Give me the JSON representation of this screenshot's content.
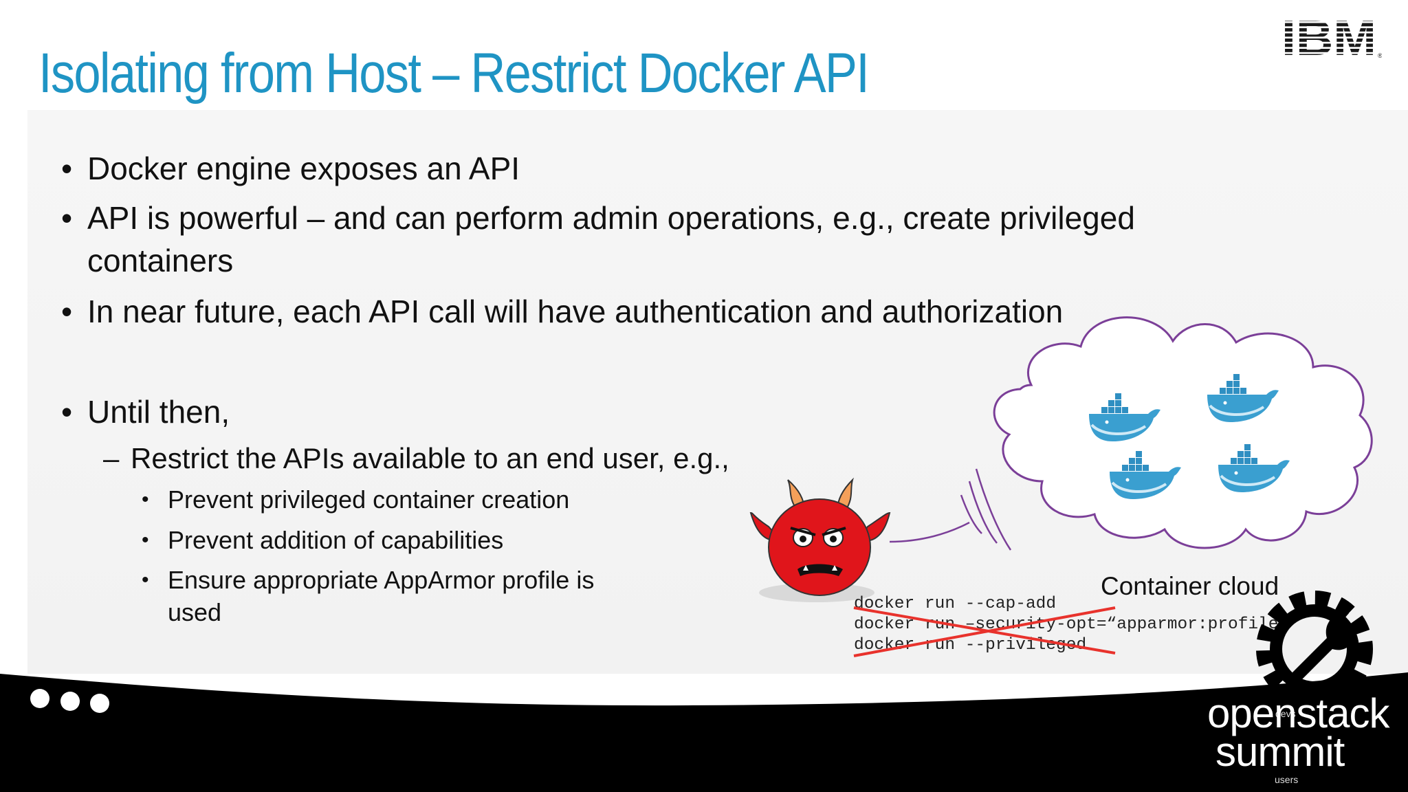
{
  "slide": {
    "title": "Isolating from Host – Restrict Docker API",
    "logo_text": "IBM",
    "bullets": {
      "b1": "Docker engine exposes an API",
      "b2_line1": "API is powerful – and can perform admin operations, e.g., create privileged",
      "b2_line2": "containers",
      "b3": "In near future, each API call will have authentication and authorization",
      "b4": "Until then,",
      "b5": "Restrict the APIs available to an end user, e.g.,",
      "b6": "Prevent privileged container creation",
      "b7": "Prevent addition of capabilities",
      "b8_line1": "Ensure appropriate AppArmor profile is",
      "b8_line2": "used"
    },
    "markers": {
      "bullet": "•",
      "dash": "–"
    },
    "illustration": {
      "cloud_label": "Container cloud",
      "commands": [
        "docker run --cap-add",
        "docker run –security-opt=“apparmor:profile”",
        "docker run --privileged"
      ],
      "icons": [
        "devil-icon",
        "cloud-icon",
        "docker-whale-icon"
      ]
    },
    "footer": {
      "brand_top": "devs",
      "brand_line1": "openstack",
      "brand_line2": "summit",
      "brand_bottom": "users",
      "icons": [
        "gear-wrench-icon",
        "ellipsis-dots-icon"
      ]
    },
    "colors": {
      "title": "#1f94c4",
      "text": "#111111",
      "strike": "#e8322c",
      "devil": "#e0151b",
      "cloud_outline": "#7b3f98",
      "whale": "#3a9fd0",
      "footer": "#000000"
    }
  }
}
